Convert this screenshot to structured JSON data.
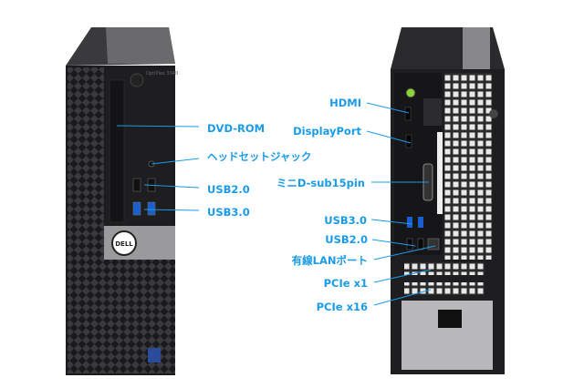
{
  "colors": {
    "label": "#1a9be8",
    "line": "#1a9be8",
    "case": "#1c1c1e",
    "grille": "#2b2b2e",
    "silver": "#9a9a9c"
  },
  "front": {
    "model_text": "OptiPlex 3040",
    "logo": "DELL",
    "labels": [
      {
        "id": "dvd",
        "text": "DVD-ROM"
      },
      {
        "id": "headset",
        "text": "ヘッドセットジャック"
      },
      {
        "id": "usb2",
        "text": "USB2.0"
      },
      {
        "id": "usb3",
        "text": "USB3.0"
      }
    ]
  },
  "back": {
    "labels": [
      {
        "id": "hdmi",
        "text": "HDMI"
      },
      {
        "id": "displayport",
        "text": "DisplayPort"
      },
      {
        "id": "dsub",
        "text": "ミニD-sub15pin"
      },
      {
        "id": "usb3",
        "text": "USB3.0"
      },
      {
        "id": "usb2",
        "text": "USB2.0"
      },
      {
        "id": "lan",
        "text": "有線LANポート"
      },
      {
        "id": "pcie1",
        "text": "PCIe x1"
      },
      {
        "id": "pcie16",
        "text": "PCIe x16"
      }
    ]
  }
}
